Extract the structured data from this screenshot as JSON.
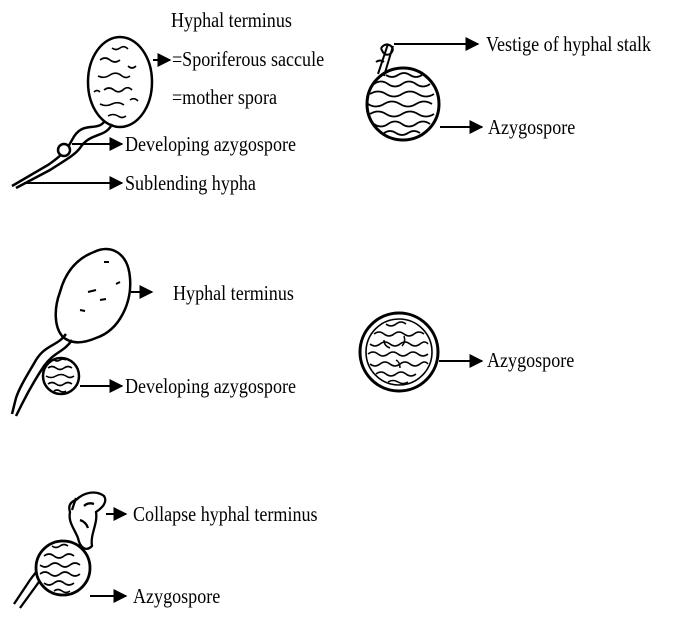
{
  "stage1": {
    "hyphal_terminus_line1": "Hyphal terminus",
    "hyphal_terminus_line2": "=Sporiferous saccule",
    "hyphal_terminus_line3": "=mother spora",
    "developing_azygospore": "Developing azygospore",
    "sublending_hypha": "Sublending hypha",
    "vestige_of_hyphal_stalk": "Vestige of hyphal stalk",
    "azygospore": "Azygospore"
  },
  "stage2": {
    "hyphal_terminus": "Hyphal terminus",
    "developing_azygospore": "Developing azygospore",
    "azygospore": "Azygospore"
  },
  "stage3": {
    "collapse_hyphal_terminus": "Collapse hyphal terminus",
    "azygospore": "Azygospore"
  }
}
